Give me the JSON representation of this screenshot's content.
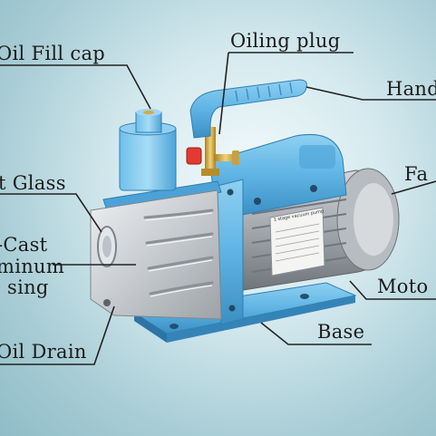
{
  "labels": {
    "oil_fill_cap": "Oil Fill cap",
    "oiling_plug": "Oiling plug",
    "handle": "Hand",
    "sight_glass": "t Glass",
    "fan": "Fa",
    "die_cast_line1": "-Cast",
    "die_cast_line2": "minum",
    "die_cast_line3": "sing",
    "motor": "Moto",
    "base": "Base",
    "oil_drain": "Oil Drain"
  },
  "pump_plate_text": "1 stage vacuum pump",
  "colors": {
    "background": "#a9cdd6",
    "pump_blue": "#5fb4e4",
    "pump_blue_dark": "#3b8fc4",
    "aluminum": "#c9cdd2",
    "motor_gray": "#9ea3a8",
    "valve_red": "#e23a2e",
    "brass": "#c9a13a",
    "leader_line": "#222222"
  }
}
